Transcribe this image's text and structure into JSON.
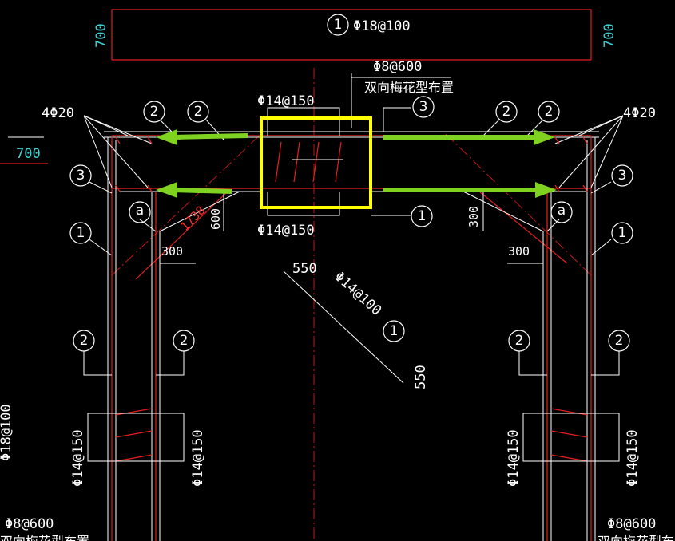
{
  "labels": {
    "top_rebar": "Φ18@100",
    "top_dim_left": "700",
    "top_dim_right": "700",
    "left_dim": "700",
    "stirrup_spec": "Φ8@600",
    "stirrup_layout": "双向梅花型布置",
    "corner_left": "4Φ20",
    "corner_right": "4Φ20",
    "beam_top": "Φ14@150",
    "beam_bottom": "Φ14@150",
    "dim_1738": "1738",
    "dim_600": "600",
    "dim_300_left": "300",
    "dim_300_mid": "300",
    "dim_300_right": "300",
    "dim_550_top": "550",
    "dim_550_bot": "550",
    "haunch_rebar": "Φ14@100",
    "wall_left_1": "Φ14@150",
    "wall_left_2": "Φ14@150",
    "wall_right_1": "Φ14@150",
    "wall_right_2": "Φ14@150",
    "far_left_rebar": "Φ18@100",
    "bl_spec": "Φ8@600",
    "bl_layout": "双向梅花型布置",
    "br_spec": "Φ8@600",
    "br_layout": "双向梅花型布置"
  },
  "bubbles": {
    "b1": "1",
    "b2": "2",
    "b3": "3",
    "ba": "a"
  },
  "colors": {
    "background": "#000000",
    "linework": "#ffffff",
    "rebar": "#e81e1e",
    "dimension": "#3fd3d3",
    "highlight_box": "#ffff00",
    "arrow": "#7fd320"
  }
}
